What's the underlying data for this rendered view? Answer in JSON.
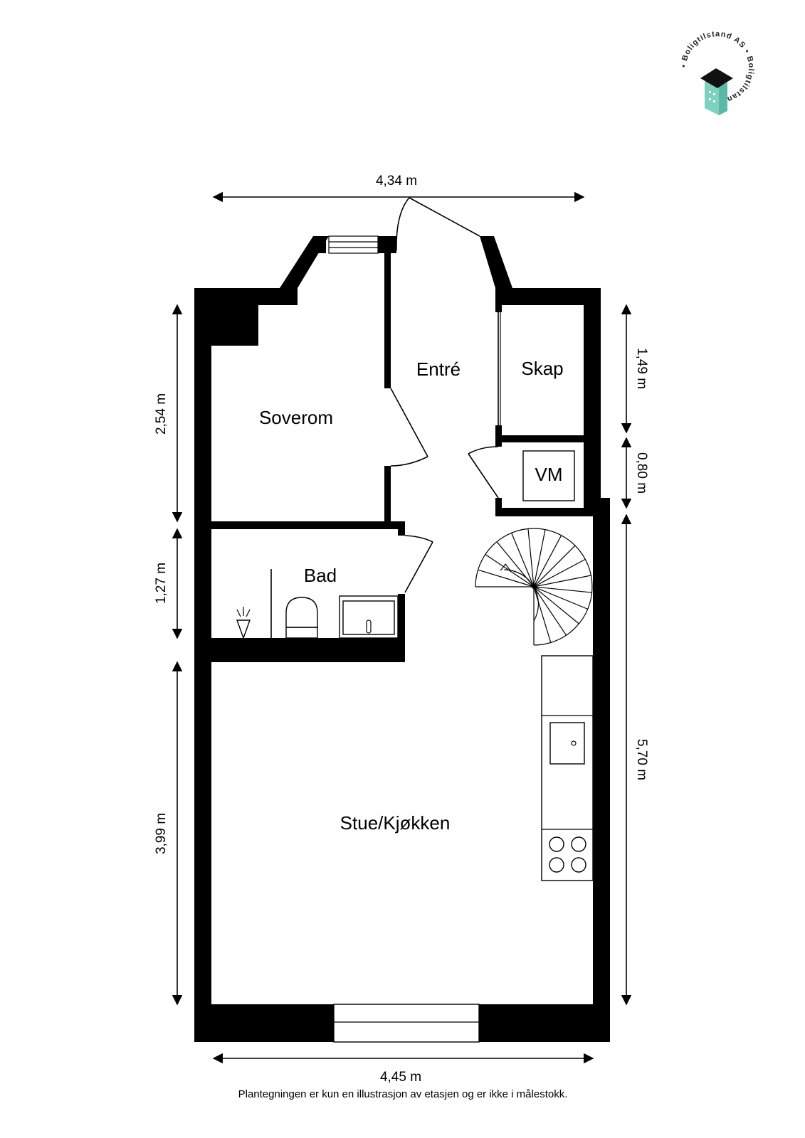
{
  "rooms": {
    "soverom": "Soverom",
    "entre": "Entré",
    "skap": "Skap",
    "vm": "VM",
    "bad": "Bad",
    "stue_kjokken": "Stue/Kjøkken"
  },
  "dimensions": {
    "top_width": "4,34 m",
    "bottom_width": "4,45 m",
    "left_upper": "2,54 m",
    "left_middle": "1,27 m",
    "left_lower": "3,99 m",
    "right_upper": "1,49 m",
    "right_middle": "0,80 m",
    "right_lower": "5,70 m"
  },
  "footer": {
    "disclaimer": "Plantegningen er kun en illustrasjon av etasjen og er ikke i målestokk."
  },
  "logo": {
    "name": "Boligtilstand AS",
    "ring_text": "• Boligtilstand AS • Boligtilstand AS",
    "colors": {
      "building": "#7fd1bf",
      "roof": "#111111"
    }
  }
}
